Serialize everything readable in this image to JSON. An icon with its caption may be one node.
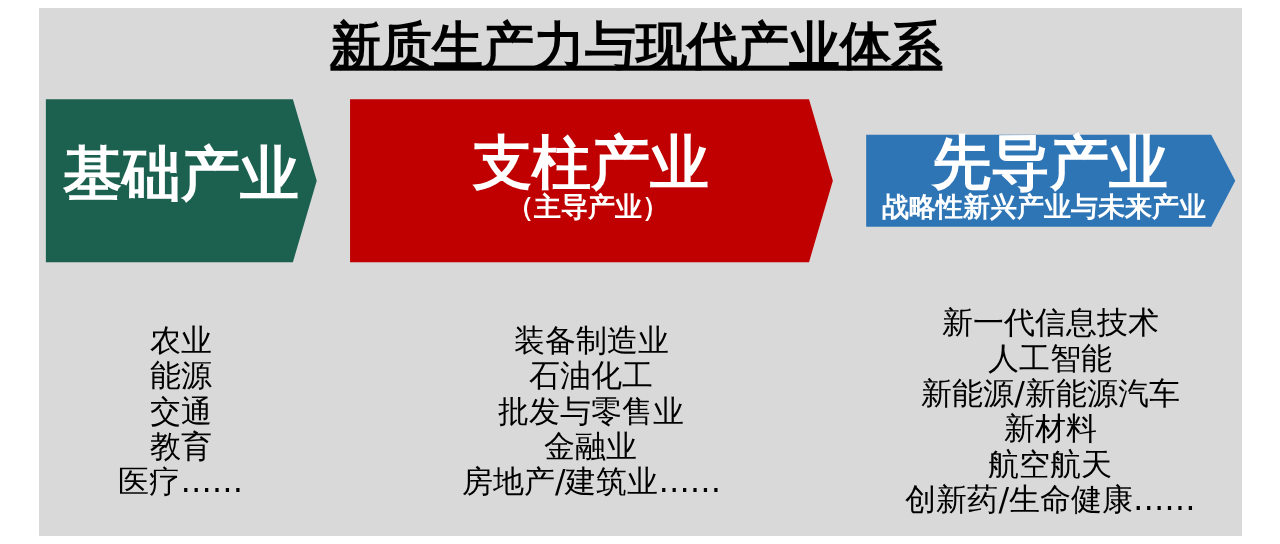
{
  "diagram": {
    "title": "新质生产力与现代产业体系",
    "nodes": [
      {
        "text": [
          "基础产业"
        ],
        "beside": [
          "农业",
          "能源",
          "交通",
          "教育",
          "医疗……"
        ]
      },
      {
        "text": [
          "支柱产业",
          "（主导产业）"
        ],
        "beside": [
          "装备制造业",
          "石油化工",
          "批发与零售业",
          "金融业",
          "房地产/建筑业……"
        ]
      },
      {
        "text": [
          "先导产业",
          "战略性新兴产业与未来产业"
        ],
        "beside": [
          "新一代信息技术",
          "人工智能",
          "新能源/新能源汽车",
          "新材料",
          "航空航天",
          "创新药/生命健康……"
        ]
      }
    ]
  }
}
